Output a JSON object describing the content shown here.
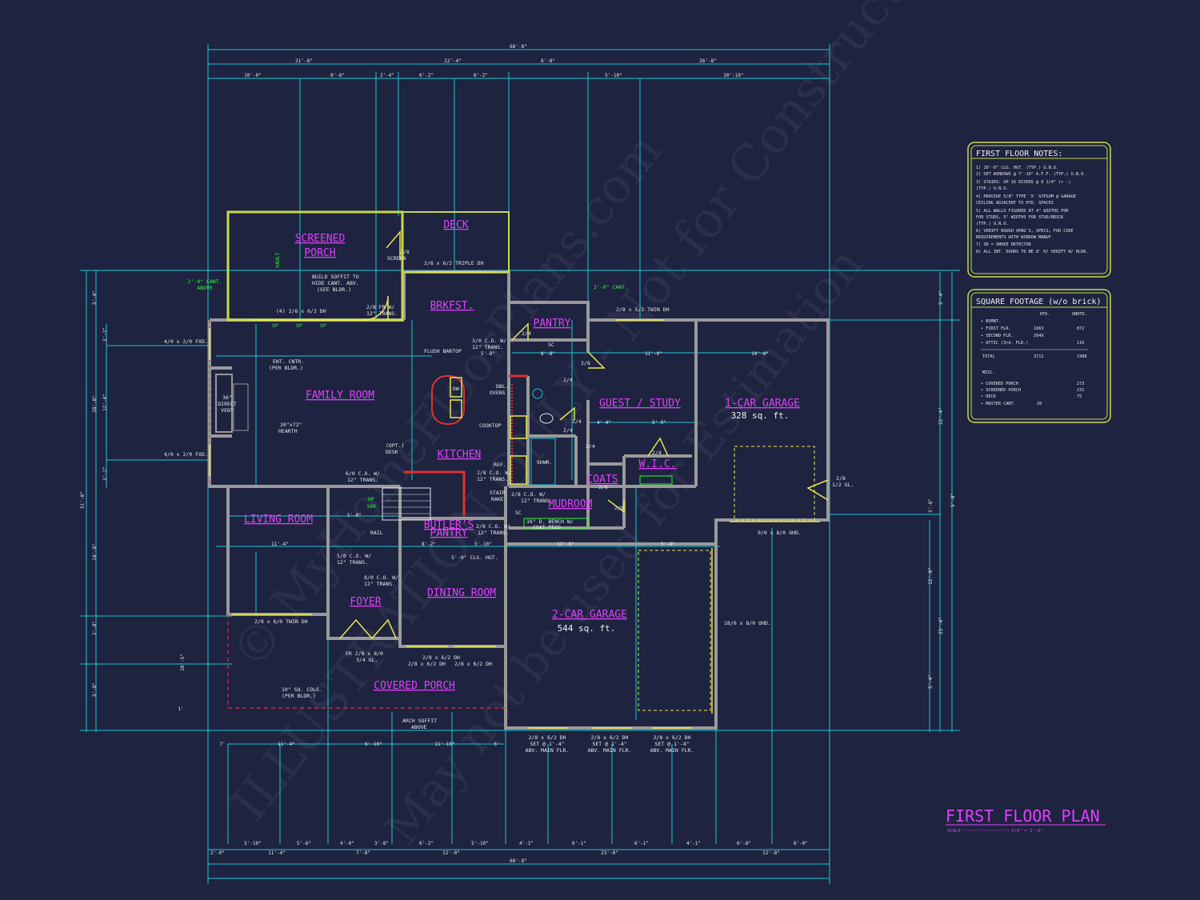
{
  "watermark": [
    "© MyHomeFloorPlans.com",
    "ILLUSTRATION ONLY - Not for Construction",
    "May not be used for Estimation"
  ],
  "rooms": {
    "screened_porch": [
      "SCREENED",
      "PORCH"
    ],
    "deck": "DECK",
    "brkfst": "BRKFST.",
    "pantry": "PANTRY",
    "family_room": "FAMILY ROOM",
    "kitchen": "KITCHEN",
    "guest_study": "GUEST / STUDY",
    "one_car_garage": "1-CAR GARAGE",
    "one_car_garage_area": "328 sq. ft.",
    "wic": "W.I.C.",
    "coats": "COATS",
    "mudroom": "MUDROOM",
    "living_room": "LIVING ROOM",
    "butlers_pantry": [
      "BUTLER'S",
      "PANTRY"
    ],
    "foyer": "FOYER",
    "dining_room": "DINING ROOM",
    "two_car_garage": "2-CAR GARAGE",
    "two_car_garage_area": "544 sq. ft.",
    "covered_porch": "COVERED PORCH"
  },
  "title": {
    "main": "FIRST FLOOR PLAN",
    "scale_label": "SCALE:",
    "scale_value": "1/4\" = 1'-0\""
  },
  "notes_box": {
    "title": "FIRST FLOOR NOTES:",
    "lines": [
      "1) 10'-0\" CLG. HGT. (TYP.) U.N.O.",
      "2) SET WINDOWS @ 7'-10\" A.F.F. (TYP.) U.N.O.",
      "3) STAIRS: UP 16 RISERS @ 8 1/4\" (+ -)",
      "   (TYP.) U.N.O.",
      "4) PROVIDE 5/8\" TYPE 'X' GYPSUM @ GARAGE",
      "   CEILING ADJACENT TO HTD. SPACES",
      "5) ALL WALLS FIGURED AT 4\" WIDTHS FOR",
      "   FOR STUDS, 5\" WIDTHS FOR STUD/BRICK",
      "   (TYP.) U.N.O.",
      "6) VERIFY ROUGH OPNG'S, SPECS, FOR CODE",
      "   REQUIREMENTS WITH WINDOW MANUF.",
      "7) SD = SMOKE DETECTOR",
      "8) ALL INT. DOORS TO BE 8' H/ VERIFY W/ BLDR."
    ]
  },
  "sqft_box": {
    "title": "SQUARE FOOTAGE (w/o brick)",
    "col_htd": "HTD.",
    "col_unhtd": "UNHTD.",
    "rows": [
      {
        "label": "• BSMNT.",
        "htd": "",
        "unhtd": ""
      },
      {
        "label": "• FIRST FLR.",
        "htd": "1663",
        "unhtd": "872"
      },
      {
        "label": "• SECOND FLR.",
        "htd": "2049",
        "unhtd": ""
      },
      {
        "label": "• ATTIC (3rd. FLR.)",
        "htd": "",
        "unhtd": "116"
      },
      {
        "label": "TOTAL",
        "htd": "3712",
        "unhtd": "1988"
      },
      {
        "label": "MISC.",
        "htd": "",
        "unhtd": ""
      },
      {
        "label": "• COVERED PORCH",
        "htd": "",
        "unhtd": "273"
      },
      {
        "label": "• SCREENED PORCH",
        "htd": "",
        "unhtd": "231"
      },
      {
        "label": "• DECK",
        "htd": "",
        "unhtd": "75"
      },
      {
        "label": "• MASTER CANT.",
        "htd": "",
        "unhtd": "20"
      }
    ]
  },
  "annotations": {
    "cant_left": [
      "2'-0\" CANT.",
      "ABOVE"
    ],
    "cant_right": "2'-0\" CANT.",
    "build_soffit": [
      "BUILD SOFFIT TO",
      "HIDE CANT. ABV.",
      "(SEE BLDR.)"
    ],
    "screen_door": [
      "2/8",
      "SCREEN"
    ],
    "triple_dh": "2/6 x 6/2 TRIPLE DH",
    "four_dh": "(4) 2/6 x 6/2 DH",
    "fr_door": [
      "2/8 FR W/",
      "12\" TRANS."
    ],
    "vault": "VAULT",
    "twin_dh_top": "2/8 x 5/2 TWIN DH",
    "fxd_top": "4/0 x 2/0 FXD.",
    "fxd_bot": "4/0 x 2/0 FXD.",
    "ent_cntr": [
      "ENT. CNTR.",
      "(PER BLDR.)"
    ],
    "direct_vent": [
      "36\"",
      "DIRECT",
      "VENT"
    ],
    "hearth": [
      "20\"x72\"",
      "HEARTH"
    ],
    "flush_bartop": "FLUSH BARTOP",
    "co_trans_brk": [
      "3/0 C.O. W/",
      "12\" TRANS."
    ],
    "dbl_ovens": [
      "DBL.",
      "OVENS"
    ],
    "cooktop": "COOKTOP",
    "dw": "DW",
    "opt_desk": [
      "(OPT.)",
      "DESK"
    ],
    "co_trans_fam": [
      "6/0 C.O. W/",
      "12\" TRANS."
    ],
    "ref": "REF.",
    "co_trans_kit": [
      "2/8 C.O. W/",
      "12\" TRANS."
    ],
    "shwr": "SHWR.",
    "stair_rake": [
      "STAIR",
      "RAKE"
    ],
    "co_trans_mud": [
      "2/8 C.O. W/",
      "12\" TRANS."
    ],
    "bench": [
      "16\" D. BENCH W/",
      "COAT PEGS"
    ],
    "co_trans_but": [
      "2/8 C.O. W/",
      "12\" TRANS."
    ],
    "clg_hgt": "5'-0\" CLG. HGT.",
    "co_trans_liv": [
      "5/0 C.O. W/",
      "12\" TRANS."
    ],
    "co_trans_foy": [
      "8/0 C.O. W/",
      "12\" TRANS."
    ],
    "rail": "RAIL",
    "twin_dh_liv": "2/8 x 6/0 TWIN DH",
    "fr_foyer": [
      "FR 2/8 x 8/0",
      "3/4 GL."
    ],
    "dh_din_1": "2/8 x 6/2 DH",
    "dh_din_2": "2/8 x 6/2 DH",
    "dh_din_3": "2/8 x 6/2 DH",
    "sq_cols": [
      "10\" SQ. COLS.",
      "(PER BLDR.)"
    ],
    "arch_soffit": [
      "ARCH SOFFIT",
      "ABOVE"
    ],
    "ohd_small": "9/0 x 8/0 OHD.",
    "ohd_large": "18/0 x 8/0 OHD.",
    "gl_door": [
      "2/8",
      "1/2 GL."
    ],
    "garage_win": [
      [
        "2/8 x 6/2 DH",
        "SET @ 1'-4\"",
        "ABV. MAIN FLR."
      ],
      [
        "2/8 x 6/2 DH",
        "SET @ 1'-4\"",
        "ABV. MAIN FLR."
      ],
      [
        "2/8 x 6/2 DH",
        "SET @ 1'-4\"",
        "ABV. MAIN FLR."
      ]
    ],
    "sp_marks": [
      "SP",
      "SP",
      "SP"
    ],
    "sc_marks": [
      "SC",
      "SC"
    ],
    "up_mark": [
      "UP",
      "16R"
    ],
    "door_sizes": [
      "2/4",
      "2/8",
      "2/4",
      "2/4",
      "2/4",
      "2/4",
      "2/6",
      "2/8",
      "2/4"
    ]
  },
  "dims": {
    "top_overall": "68'-8\"",
    "top_row2": [
      "21'-8\"",
      "12'-4\"",
      "8'-8\"",
      "26'-8\""
    ],
    "top_row3": [
      "10'-0\"",
      "8'-8\"",
      "2'-4\"",
      "6'-2\"",
      "6'-2\"",
      "5'-10\"",
      "20'-10\""
    ],
    "bottom_overall": "68'-8\"",
    "bottom_row2": [
      "2'-0\"",
      "11'-4\"",
      "7'-8\"",
      "12'-0\"",
      "23'-0\"",
      "12'-8\""
    ],
    "bottom_row3": [
      "5'-10\"",
      "5'-6\"",
      "4'-0\"",
      "3'-8\"",
      "6'-2\"",
      "5'-10\"",
      "4'-1\"",
      "6'-1\"",
      "6'-1\"",
      "4'-1\"",
      "6'-8\"",
      "6'-0\""
    ],
    "inner": [
      "8'-8\"",
      "5'-8\"",
      "11'-0\"",
      "14'-4\"",
      "4'-4\"",
      "8'-0\"",
      "5'-0\"",
      "11'-4\"",
      "8'-2\"",
      "5'-10\"",
      "12'-8\"",
      "5'-8\"",
      "7'",
      "11'-4\"",
      "6'-10\"",
      "11'-10\"",
      "5'"
    ],
    "left": [
      "5'-4\"",
      "3'-2\"",
      "12'-4\"",
      "3'-2\"",
      "18'-8\"",
      "51'-8\"",
      "14'-8\"",
      "2'-8\"",
      "5'-8\"",
      "10'-5\"",
      "1'"
    ],
    "right": [
      "5'-4\"",
      "22'-4\"",
      "5'-8\"",
      "3'-8\"",
      "12'-0\"",
      "23'-4\"",
      "5'-4\""
    ]
  }
}
